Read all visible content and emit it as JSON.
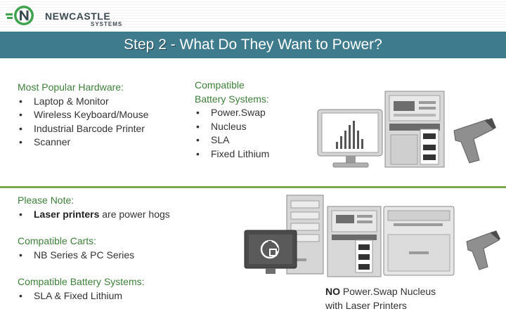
{
  "brand": {
    "name": "NEWCASTLE",
    "sub": "SYSTEMS",
    "icon": "n-logo-icon",
    "color": "#3fa34d"
  },
  "title": {
    "step": "Step 2 -",
    "text": "What Do They Want to Power?"
  },
  "hardware": {
    "heading": "Most Popular Hardware:",
    "items": [
      "Laptop & Monitor",
      "Wireless Keyboard/Mouse",
      "Industrial Barcode Printer",
      "Scanner"
    ]
  },
  "battery_top": {
    "heading_line1": "Compatible",
    "heading_line2": "Battery Systems:",
    "items": [
      "Power.Swap",
      "Nucleus",
      "SLA",
      "Fixed Lithium"
    ]
  },
  "note": {
    "heading": "Please Note:",
    "bold": "Laser printers",
    "rest": " are power hogs"
  },
  "carts": {
    "heading": "Compatible Carts:",
    "items": [
      "NB Series & PC Series"
    ]
  },
  "battery_bottom": {
    "heading": "Compatible Battery Systems:",
    "items": [
      "SLA & Fixed Lithium"
    ]
  },
  "warning": {
    "bold": "NO",
    "line1_rest": " Power.Swap Nucleus",
    "line2": "with Laser Printers"
  },
  "colors": {
    "title_bar": "#3e7b8d",
    "heading_green": "#3d7f3a",
    "divider": "#7aa84d"
  }
}
